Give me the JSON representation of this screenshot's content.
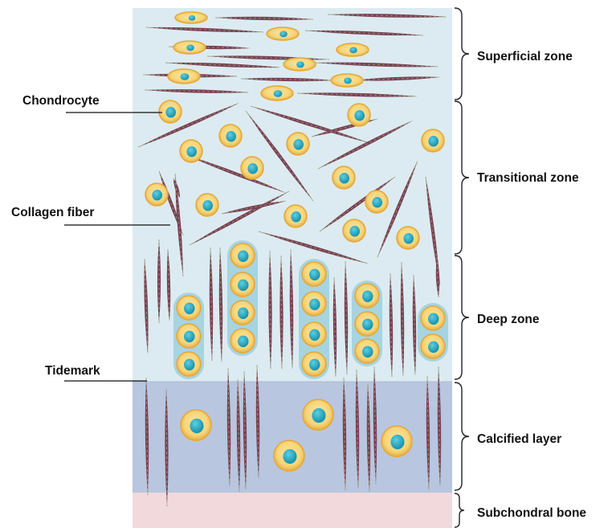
{
  "labels": {
    "chondrocyte": "Chondrocyte",
    "collagen_fiber": "Collagen fiber",
    "tidemark": "Tidemark"
  },
  "zones": [
    {
      "name": "Superficial zone"
    },
    {
      "name": "Transitional zone"
    },
    {
      "name": "Deep zone"
    },
    {
      "name": "Calcified layer"
    },
    {
      "name": "Subchondral bone"
    }
  ],
  "colors": {
    "cartilage_matrix": "#dcebf1",
    "calcified_layer": "#b9c6df",
    "subchondral_bone": "#f1d9dc",
    "fiber": "#7a3f55",
    "fiber_accent": "#8ea66a",
    "cell_membrane": "#e4a83a",
    "cell_cytoplasm": "#f6dc8a",
    "cell_nucleus": "#2aa9c2",
    "lacuna": "#9cd0de"
  }
}
